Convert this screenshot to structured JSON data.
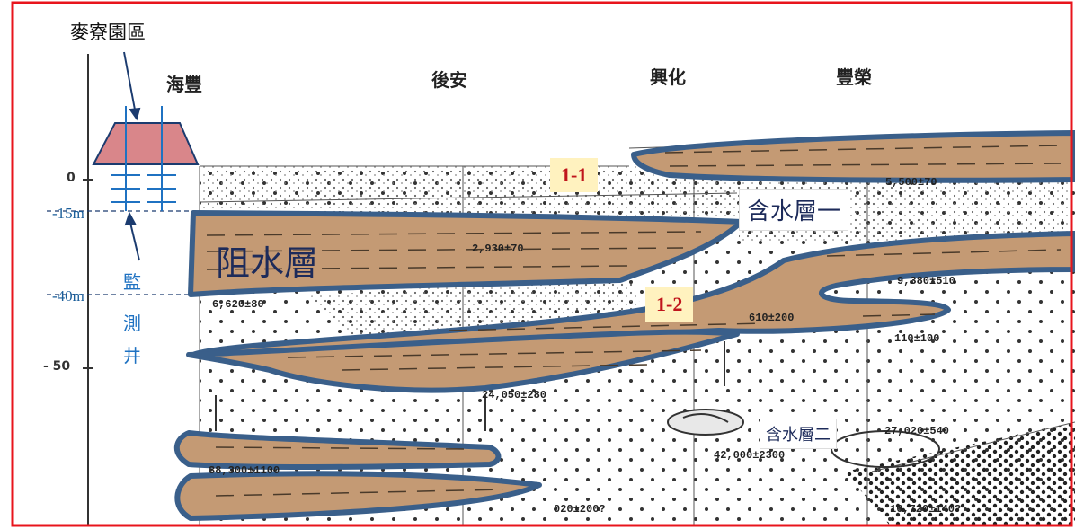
{
  "park_label": "麥寮園區",
  "towns": [
    "海豐",
    "後安",
    "興化",
    "豐榮"
  ],
  "depth_marks": {
    "m15": "-15m",
    "m40": "-40m"
  },
  "axis_ticks": {
    "zero": "0",
    "fifty": "- 50"
  },
  "well_label": [
    "監",
    "測",
    "井"
  ],
  "aquitard_label": "阻水層",
  "aquifer1_label": "含水層一",
  "aquifer2_label": "含水層二",
  "tag_1_1": "1-1",
  "tag_1_2": "1-2",
  "dates": {
    "d1": "5,500±70",
    "d2": "2,930±70",
    "d3": "6,620±80",
    "d4": "9,380±510",
    "d5": "610±200",
    "d6": "110±100",
    "d7": "24,050±280",
    "d8": "27,020±540",
    "d9": "42,000±2300",
    "d10": "38,300±1100",
    "d11": "020±200?",
    "d12": "16,720±140?"
  },
  "colors": {
    "frame": "#e8141c",
    "clay": "#c49a74",
    "outline": "#3a5f8a",
    "well": "#1f72c2",
    "park": "#d9868a"
  }
}
